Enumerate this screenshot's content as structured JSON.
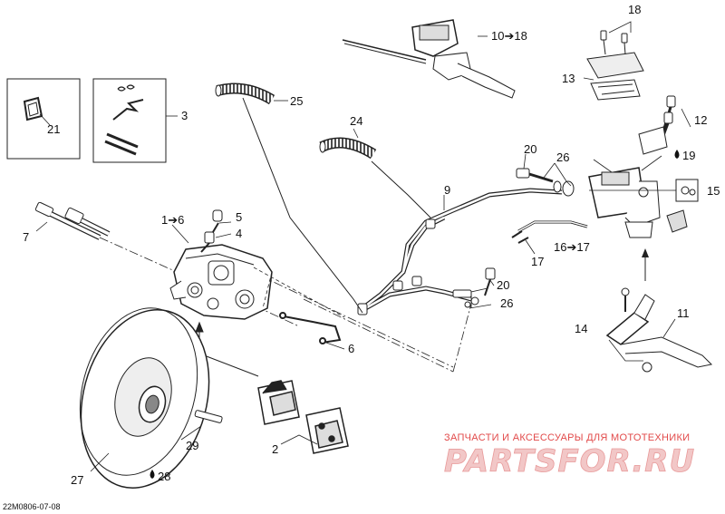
{
  "diagram": {
    "code": "22M0806-07-08",
    "watermark_line": "ЗАПЧАСТИ И АКСЕССУАРЫ ДЛЯ МОТОТЕХНИКИ",
    "watermark_logo": "PARTSFOR.RU",
    "callouts": {
      "c1_6": "1➔6",
      "c2": "2",
      "c4": "4",
      "c5": "5",
      "c6": "6",
      "c7": "7",
      "c9": "9",
      "c10_18": "10➔18",
      "c11": "11",
      "c12": "12",
      "c13": "13",
      "c14": "14",
      "c15": "15",
      "c16_17": "16➔17",
      "c17": "17",
      "c18": "18",
      "c19": "19",
      "c20a": "20",
      "c20b": "20",
      "c21": "21",
      "c24": "24",
      "c25": "25",
      "c26a": "26",
      "c26b": "26",
      "c27": "27",
      "c28": "28",
      "c29": "29",
      "c3": "3"
    }
  }
}
